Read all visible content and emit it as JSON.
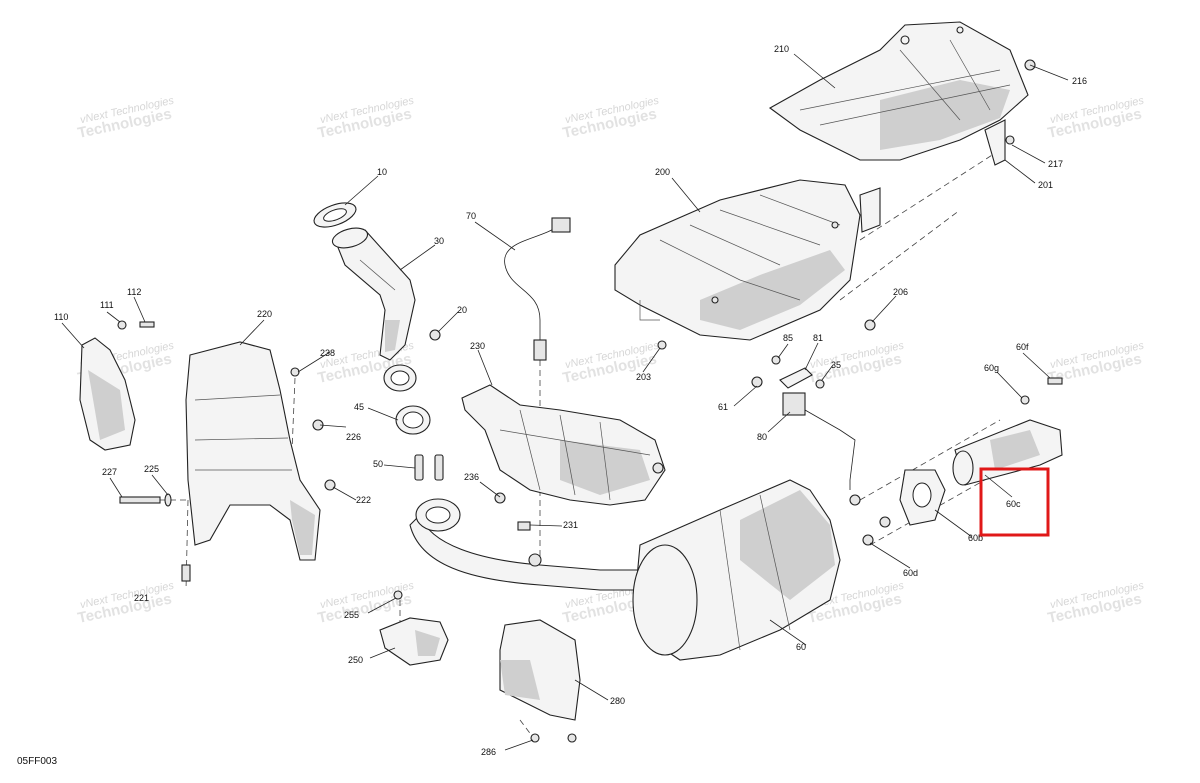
{
  "diagram_code": "05FF003",
  "watermark": {
    "line1": "vNext Technologies",
    "line2": "Technologies"
  },
  "callouts": {
    "c10": "10",
    "c20": "20",
    "c30": "30",
    "c45": "45",
    "c50": "50",
    "c60": "60",
    "c60b": "60b",
    "c60c": "60c",
    "c60d": "60d",
    "c60f": "60f",
    "c60g": "60g",
    "c61": "61",
    "c70": "70",
    "c80": "80",
    "c81": "81",
    "c85": "85",
    "c35": "35",
    "c110": "110",
    "c111": "111",
    "c112": "112",
    "c200": "200",
    "c201": "201",
    "c203": "203",
    "c206": "206",
    "c210": "210",
    "c216": "216",
    "c217": "217",
    "c220": "220",
    "c221": "221",
    "c222": "222",
    "c225": "225",
    "c226": "226",
    "c227": "227",
    "c230": "230",
    "c231": "231",
    "c236": "236",
    "c238": "238",
    "c250": "250",
    "c255": "255",
    "c280": "280",
    "c286": "286"
  },
  "highlight": {
    "target": "60c",
    "color": "#e01818"
  }
}
